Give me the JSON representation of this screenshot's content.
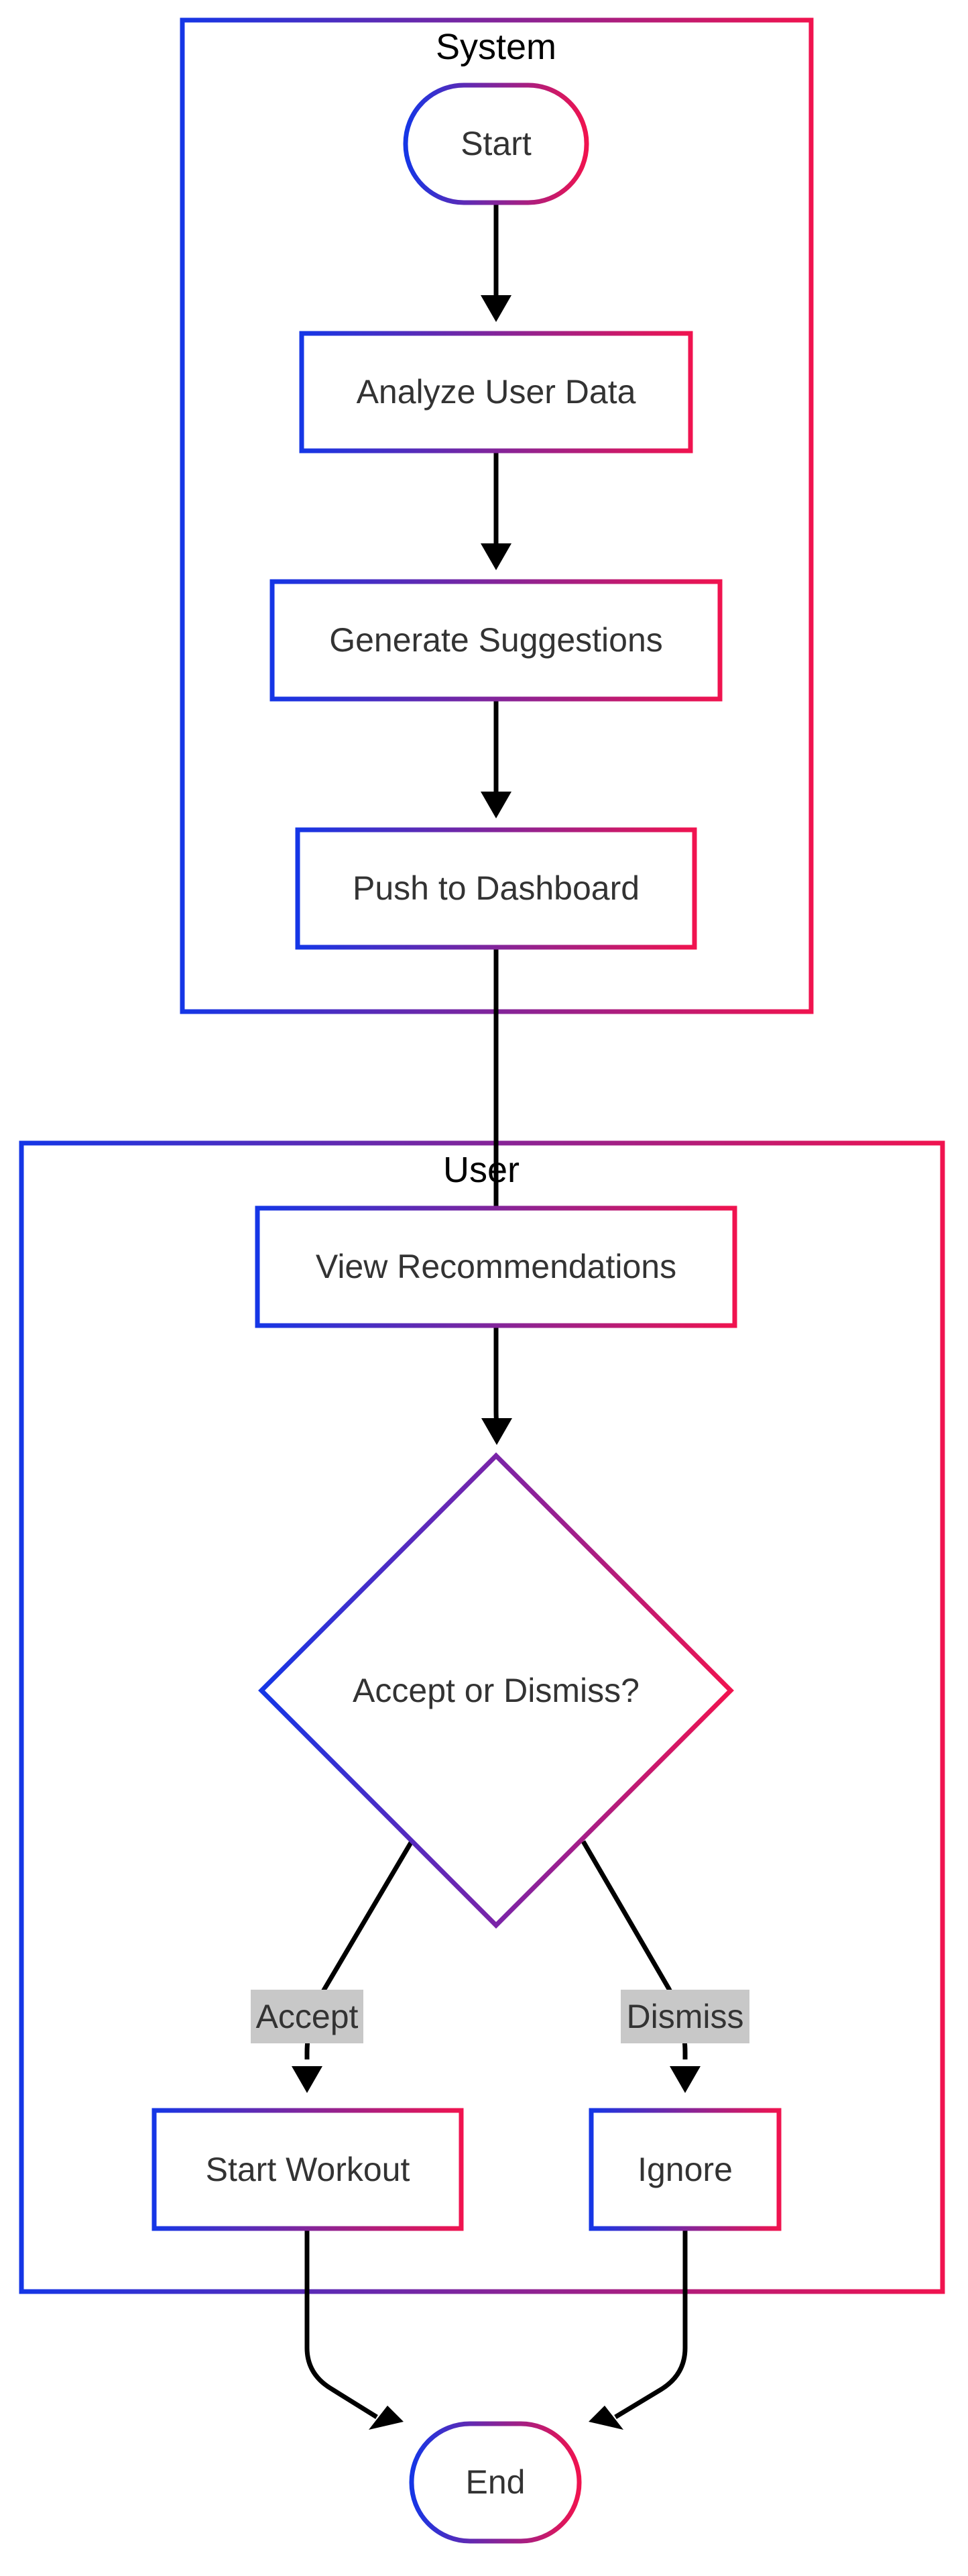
{
  "colors": {
    "gradient_start": "#1536e6",
    "gradient_end": "#f0134f",
    "edge": "#000000",
    "edge_label_background": "#c8c8c8",
    "node_text": "#333333"
  },
  "lanes": {
    "system": {
      "title": "System"
    },
    "user": {
      "title": "User"
    }
  },
  "nodes": {
    "start": {
      "label": "Start",
      "shape": "stadium"
    },
    "analyze": {
      "label": "Analyze User Data",
      "shape": "rectangle"
    },
    "generate": {
      "label": "Generate Suggestions",
      "shape": "rectangle"
    },
    "push": {
      "label": "Push to Dashboard",
      "shape": "rectangle"
    },
    "view": {
      "label": "View Recommendations",
      "shape": "rectangle"
    },
    "decision": {
      "label": "Accept or Dismiss?",
      "shape": "diamond"
    },
    "workout": {
      "label": "Start Workout",
      "shape": "rectangle"
    },
    "ignore": {
      "label": "Ignore",
      "shape": "rectangle"
    },
    "end": {
      "label": "End",
      "shape": "stadium"
    }
  },
  "edges": {
    "accept": {
      "label": "Accept"
    },
    "dismiss": {
      "label": "Dismiss"
    }
  }
}
